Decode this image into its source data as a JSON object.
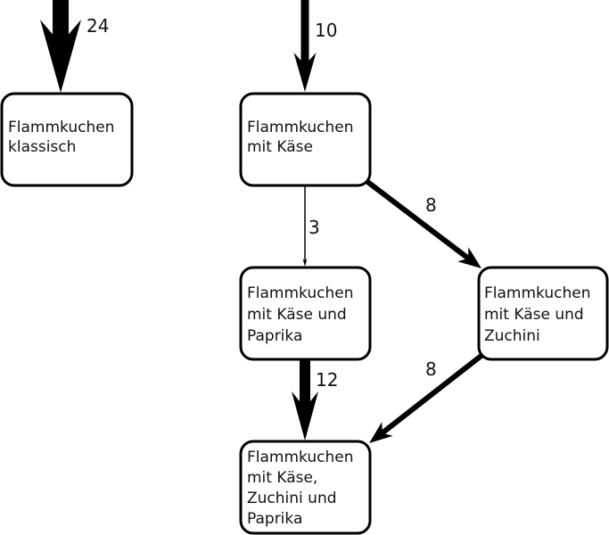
{
  "nodes": {
    "klassisch": [
      "Flammkuchen",
      "klassisch"
    ],
    "kaese": [
      "Flammkuchen",
      "mit Käse"
    ],
    "kaese_paprika": [
      "Flammkuchen",
      "mit Käse und",
      "Paprika"
    ],
    "kaese_zuchini": [
      "Flammkuchen",
      "mit Käse und",
      "Zuchini"
    ],
    "kaese_zuchini_paprika": [
      "Flammkuchen",
      "mit Käse,",
      "Zuchini und",
      "Paprika"
    ]
  },
  "edges": {
    "into_klassisch": "24",
    "into_kaese": "10",
    "kaese_to_paprika": "3",
    "kaese_to_zuchini": "8",
    "paprika_to_all": "12",
    "zuchini_to_all": "8"
  }
}
